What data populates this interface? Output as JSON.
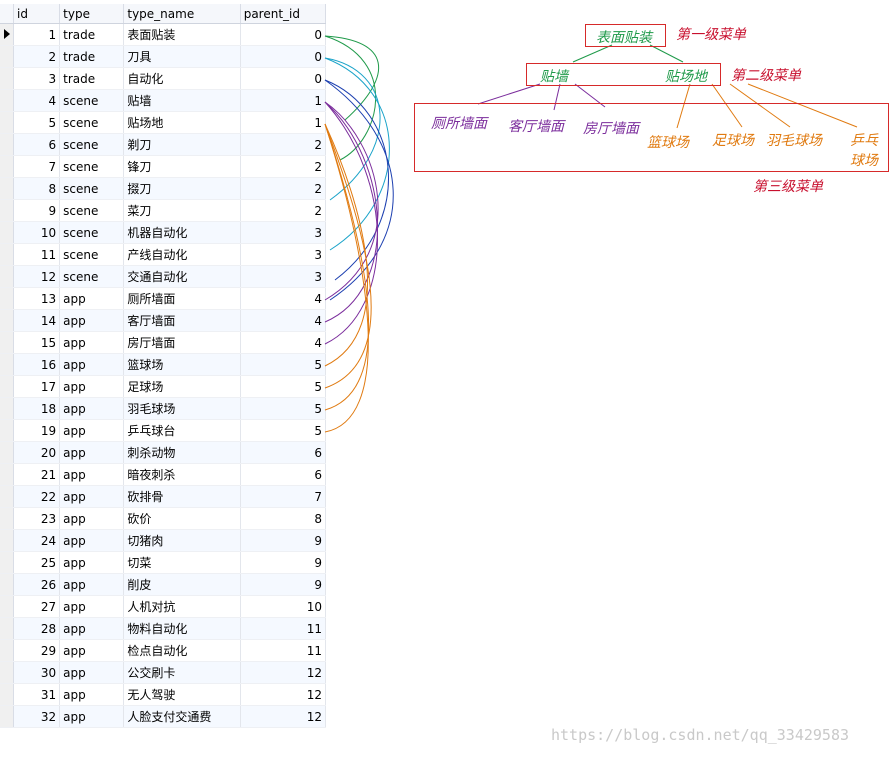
{
  "grid": {
    "columns": [
      "id",
      "type",
      "type_name",
      "parent_id"
    ],
    "rows": [
      [
        "1",
        "trade",
        "表面贴装",
        "0"
      ],
      [
        "2",
        "trade",
        "刀具",
        "0"
      ],
      [
        "3",
        "trade",
        "自动化",
        "0"
      ],
      [
        "4",
        "scene",
        "贴墙",
        "1"
      ],
      [
        "5",
        "scene",
        "贴场地",
        "1"
      ],
      [
        "6",
        "scene",
        "剃刀",
        "2"
      ],
      [
        "7",
        "scene",
        "锋刀",
        "2"
      ],
      [
        "8",
        "scene",
        "掇刀",
        "2"
      ],
      [
        "9",
        "scene",
        "菜刀",
        "2"
      ],
      [
        "10",
        "scene",
        "机器自动化",
        "3"
      ],
      [
        "11",
        "scene",
        "产线自动化",
        "3"
      ],
      [
        "12",
        "scene",
        "交通自动化",
        "3"
      ],
      [
        "13",
        "app",
        "厕所墙面",
        "4"
      ],
      [
        "14",
        "app",
        "客厅墙面",
        "4"
      ],
      [
        "15",
        "app",
        "房厅墙面",
        "4"
      ],
      [
        "16",
        "app",
        "篮球场",
        "5"
      ],
      [
        "17",
        "app",
        "足球场",
        "5"
      ],
      [
        "18",
        "app",
        "羽毛球场",
        "5"
      ],
      [
        "19",
        "app",
        "乒乓球台",
        "5"
      ],
      [
        "20",
        "app",
        "刺杀动物",
        "6"
      ],
      [
        "21",
        "app",
        "暗夜刺杀",
        "6"
      ],
      [
        "22",
        "app",
        "砍排骨",
        "7"
      ],
      [
        "23",
        "app",
        "砍价",
        "8"
      ],
      [
        "24",
        "app",
        "切猪肉",
        "9"
      ],
      [
        "25",
        "app",
        "切菜",
        "9"
      ],
      [
        "26",
        "app",
        "削皮",
        "9"
      ],
      [
        "27",
        "app",
        "人机对抗",
        "10"
      ],
      [
        "28",
        "app",
        "物料自动化",
        "11"
      ],
      [
        "29",
        "app",
        "检点自动化",
        "11"
      ],
      [
        "30",
        "app",
        "公交刷卡",
        "12"
      ],
      [
        "31",
        "app",
        "无人驾驶",
        "12"
      ],
      [
        "32",
        "app",
        "人脸支付交通费",
        "12"
      ]
    ]
  },
  "annotations": {
    "level1_item": "表面贴装",
    "level1_label": "第一级菜单",
    "level2_items": [
      "贴墙",
      "贴场地"
    ],
    "level2_label": "第二级菜单",
    "level3_items_wall": [
      "厕所墙面",
      "客厅墙面",
      "房厅墙面"
    ],
    "level3_items_floor": [
      "篮球场",
      "足球场",
      "羽毛球场"
    ],
    "level3_pingpong_1": "乒乓",
    "level3_pingpong_2": "球场",
    "level3_label": "第三级菜单",
    "colors": {
      "red": "#c8102e",
      "green": "#1f9a4a",
      "purple": "#7b2d9c",
      "orange": "#e07a10",
      "blue": "#1c3fb0",
      "teal": "#1aa3c9"
    }
  },
  "watermark": "https://blog.csdn.net/qq_33429583"
}
